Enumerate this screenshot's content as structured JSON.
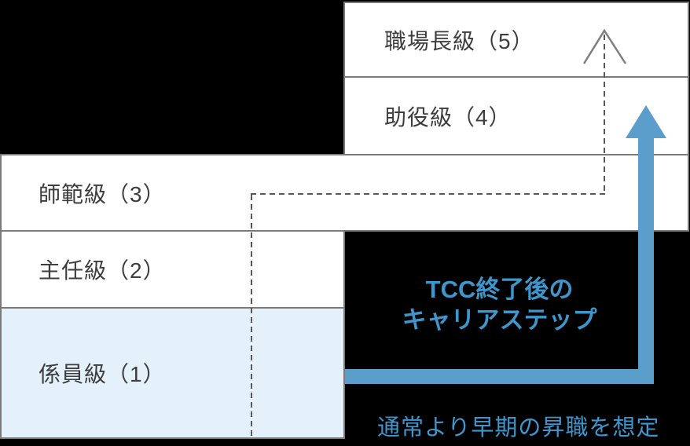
{
  "diagram": {
    "title_context": "career-ladder-diagram",
    "levels": [
      {
        "id": 5,
        "label": "職場長級（5）"
      },
      {
        "id": 4,
        "label": "助役級（4）"
      },
      {
        "id": 3,
        "label": "師範級（3）"
      },
      {
        "id": 2,
        "label": "主任級（2）"
      },
      {
        "id": 1,
        "label": "係員級（1）"
      }
    ],
    "tcc_caption": {
      "line1": "TCC終了後の",
      "line2": "キャリアステップ"
    },
    "bottom_note": "通常より早期の昇職を想定",
    "colors": {
      "background": "#000000",
      "box_border": "#7a7a7a",
      "label_text": "#3d3d3d",
      "highlight_box_fill": "#e4f1fb",
      "dashed_line": "#595959",
      "caret_gray": "#7f7f7f",
      "arrow_blue": "#5b9dcb",
      "caption_blue": "#3d97ce"
    }
  }
}
